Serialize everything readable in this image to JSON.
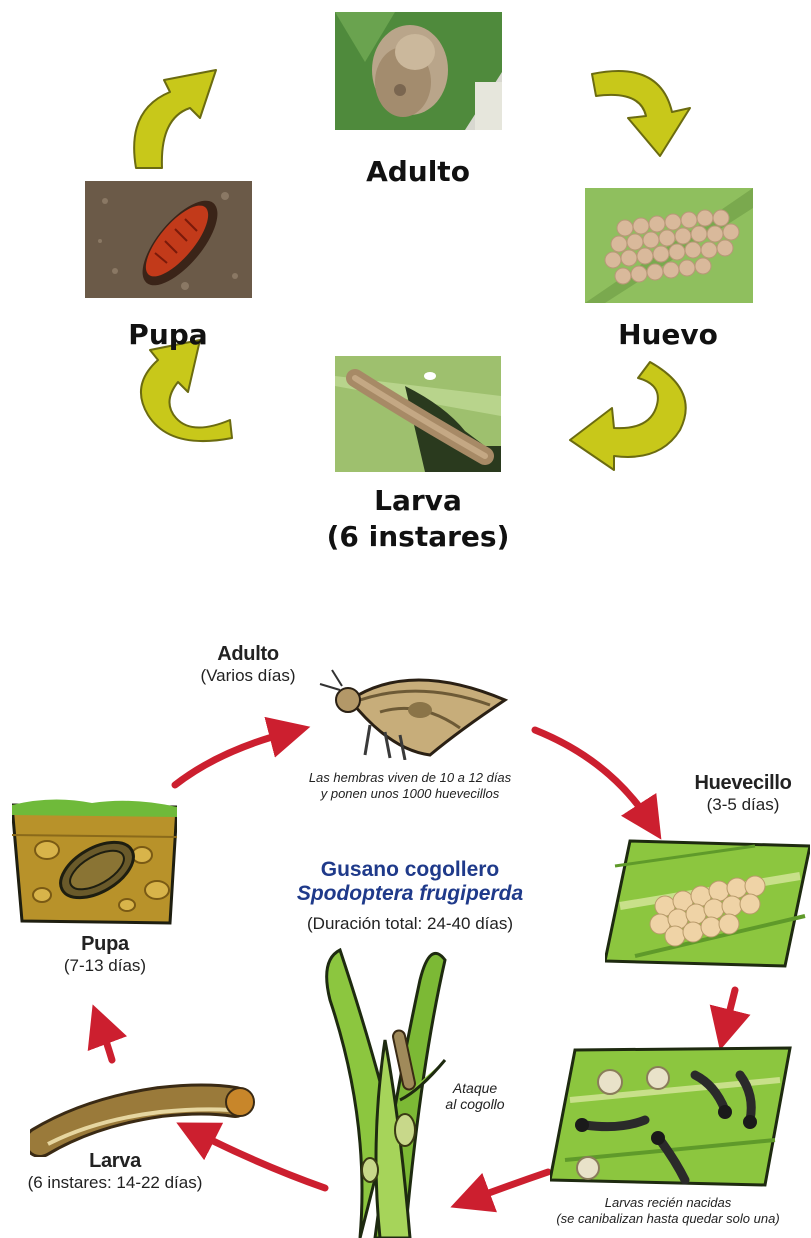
{
  "top_cycle": {
    "stages": {
      "adult": "Adulto",
      "egg": "Huevo",
      "larva_line1": "Larva",
      "larva_line2": "(6 instares)",
      "pupa": "Pupa"
    }
  },
  "bottom_cycle": {
    "title_common": "Gusano cogollero",
    "title_scientific": "Spodoptera frugiperda",
    "total_duration": "(Duración total: 24-40 días)",
    "adult": {
      "name": "Adulto",
      "duration": "(Varios días)",
      "note_line1": "Las hembras viven de 10 a 12 días",
      "note_line2": "y ponen unos 1000 huevecillos"
    },
    "egg": {
      "name": "Huevecillo",
      "duration": "(3-5 días)"
    },
    "newborn": {
      "note_line1": "Larvas recién nacidas",
      "note_line2": "(se canibalizan hasta quedar solo una)"
    },
    "attack": {
      "line1": "Ataque",
      "line2": "al cogollo"
    },
    "larva": {
      "name": "Larva",
      "duration": "(6 instares: 14-22 días)"
    },
    "pupa": {
      "name": "Pupa",
      "duration": "(7-13 días)"
    }
  },
  "colors": {
    "arrow_yellow": "#c8c81a",
    "arrow_red": "#cc1f2f",
    "title_blue": "#1f3a8a"
  }
}
